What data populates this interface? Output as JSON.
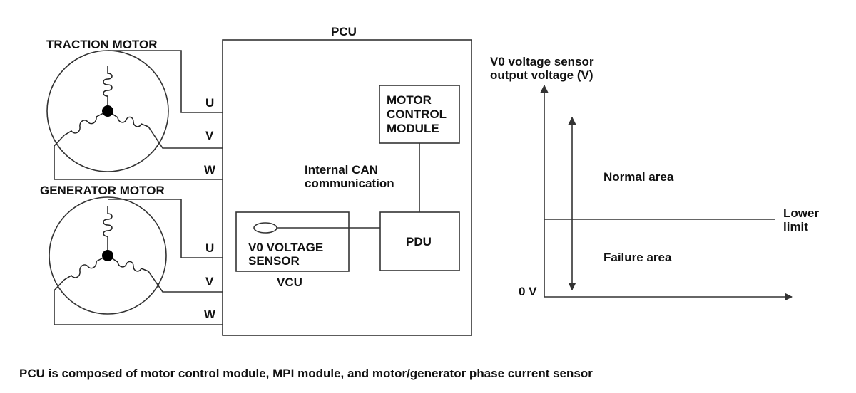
{
  "pcu": {
    "title": "PCU",
    "mcm_lines": [
      "MOTOR",
      "CONTROL",
      "MODULE"
    ],
    "can_lines": [
      "Internal CAN",
      "communication"
    ],
    "pdu_label": "PDU",
    "sensor_lines": [
      "V0 VOLTAGE",
      "SENSOR"
    ],
    "vcu_label": "VCU"
  },
  "traction_motor": {
    "title": "TRACTION MOTOR",
    "phases": [
      "U",
      "V",
      "W"
    ]
  },
  "generator_motor": {
    "title": "GENERATOR MOTOR",
    "phases": [
      "U",
      "V",
      "W"
    ]
  },
  "graph": {
    "y_label_lines": [
      "V0 voltage sensor",
      "output voltage (V)"
    ],
    "normal_area": "Normal area",
    "failure_area": "Failure area",
    "limit_lines": [
      "Lower",
      "limit"
    ],
    "zero_label": "0 V"
  },
  "caption": "PCU is composed of motor control module, MPI module, and motor/generator phase current sensor"
}
